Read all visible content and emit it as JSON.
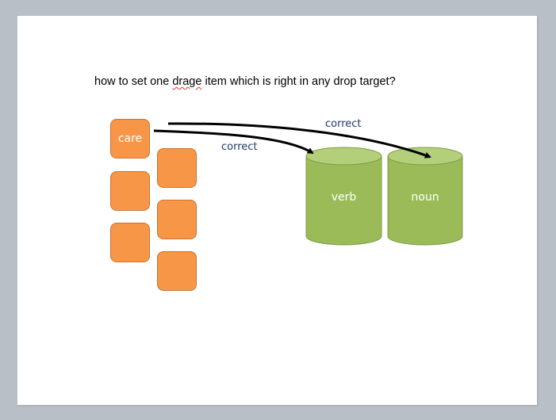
{
  "slide": {
    "question_prefix": "how to set one ",
    "question_misspelled": "drage",
    "question_suffix": " item which is right in any drop target?"
  },
  "drag_items": [
    {
      "label": "care"
    },
    {
      "label": ""
    },
    {
      "label": ""
    },
    {
      "label": ""
    },
    {
      "label": ""
    },
    {
      "label": ""
    }
  ],
  "drop_targets": [
    {
      "label": "verb"
    },
    {
      "label": "noun"
    }
  ],
  "arrows": [
    {
      "label": "correct",
      "from": "care",
      "to": "verb"
    },
    {
      "label": "correct",
      "from": "care",
      "to": "noun"
    }
  ],
  "colors": {
    "tile_fill": "#f79646",
    "cylinder_body": "#9bbb59",
    "cylinder_top": "#b3cf7a",
    "arrow_label": "#1f3864",
    "background": "#b8bfc6"
  }
}
